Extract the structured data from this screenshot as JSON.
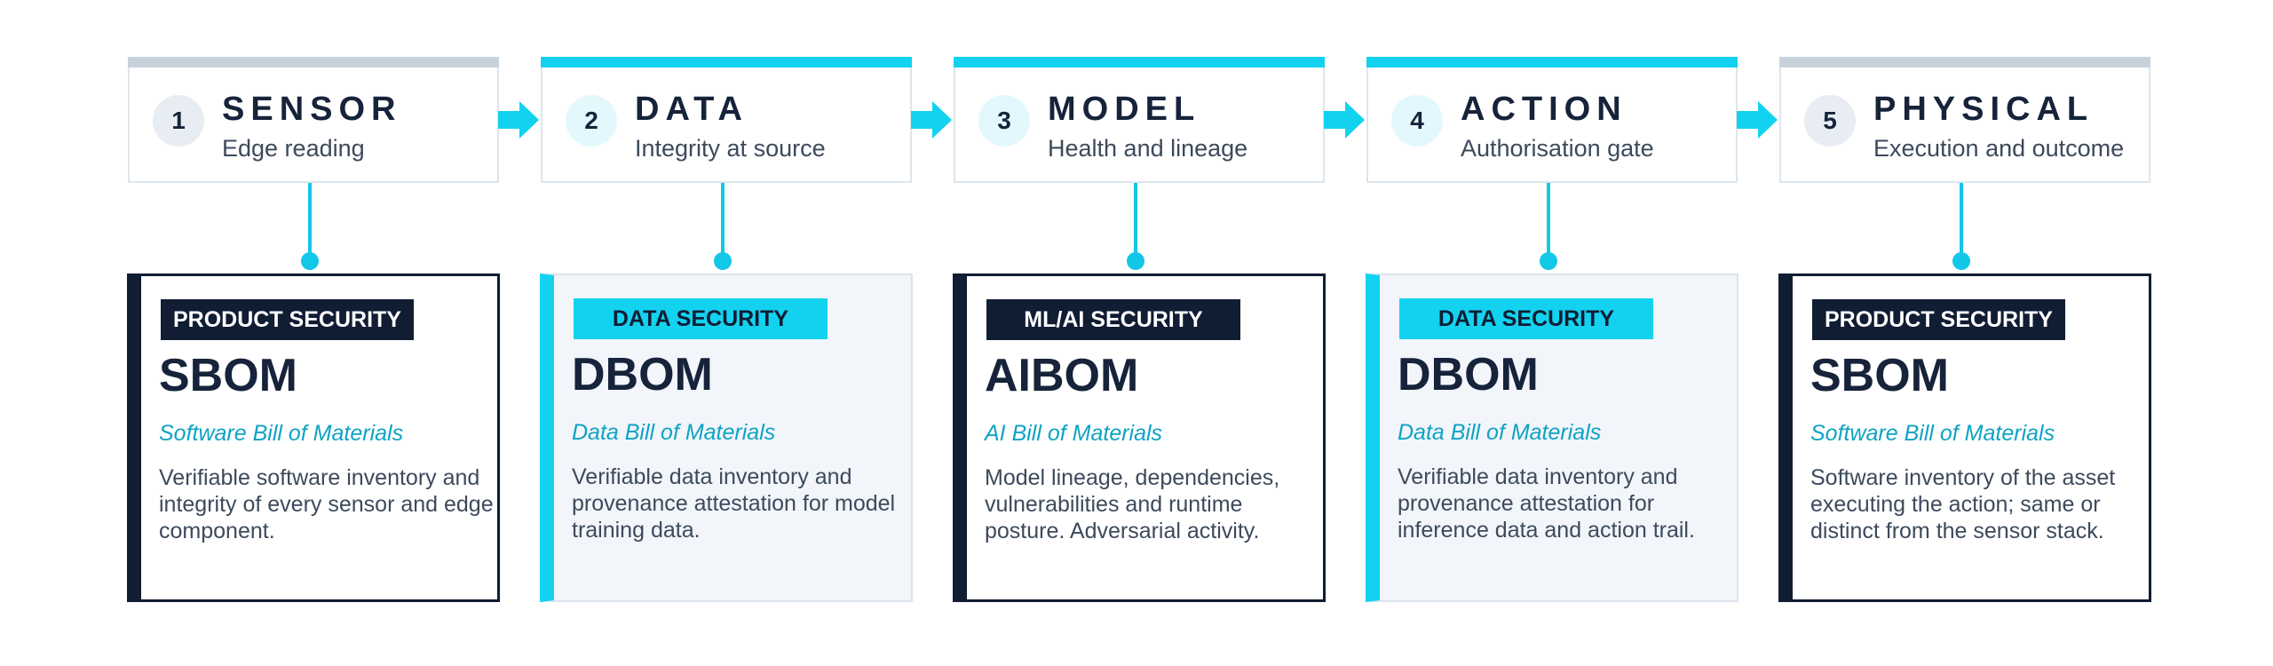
{
  "steps": [
    {
      "num": "1",
      "title": "SENSOR",
      "sub": "Edge reading"
    },
    {
      "num": "2",
      "title": "DATA",
      "sub": "Integrity at source"
    },
    {
      "num": "3",
      "title": "MODEL",
      "sub": "Health and lineage"
    },
    {
      "num": "4",
      "title": "ACTION",
      "sub": "Authorisation gate"
    },
    {
      "num": "5",
      "title": "PHYSICAL",
      "sub": "Execution and outcome"
    }
  ],
  "cards": [
    {
      "tag": "PRODUCT SECURITY",
      "bom": "SBOM",
      "fullname": "Software Bill of Materials",
      "desc": "Verifiable software inventory and integrity of every sensor and edge component."
    },
    {
      "tag": "DATA SECURITY",
      "bom": "DBOM",
      "fullname": "Data Bill of Materials",
      "desc": "Verifiable data inventory and provenance attestation for model training data."
    },
    {
      "tag": "ML/AI SECURITY",
      "bom": "AIBOM",
      "fullname": "AI Bill of Materials",
      "desc": "Model lineage, dependencies, vulnerabilities and runtime posture. Adversarial activity."
    },
    {
      "tag": "DATA SECURITY",
      "bom": "DBOM",
      "fullname": "Data Bill of Materials",
      "desc": "Verifiable data inventory and provenance attestation for inference data and action trail."
    },
    {
      "tag": "PRODUCT SECURITY",
      "bom": "SBOM",
      "fullname": "Software Bill of Materials",
      "desc": "Software inventory of the asset executing the action; same or distinct from the sensor stack."
    }
  ],
  "colors": {
    "accent": "#12d2f0",
    "connector": "#12c7e8",
    "navy": "#101d33",
    "grey_bar": "#c7d2dd",
    "link_text": "#0ea3c4"
  },
  "icons": {
    "arrow": "arrow-right-icon"
  }
}
